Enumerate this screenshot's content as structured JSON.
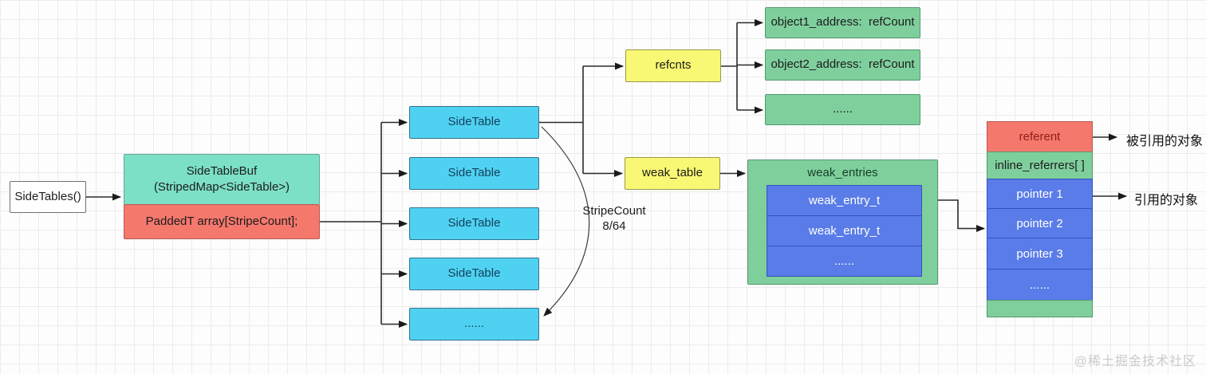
{
  "nodes": {
    "entry": "SideTables()",
    "buf": {
      "line1": "SideTableBuf",
      "line2": "(StripedMap<SideTable>)",
      "bottom": "PaddedT array[StripeCount];"
    },
    "side_tables": [
      "SideTable",
      "SideTable",
      "SideTable",
      "SideTable",
      "......"
    ],
    "stripe_note": {
      "line1": "StripeCount",
      "line2": "8/64"
    },
    "refcnts": "refcnts",
    "ref_rows": [
      "object1_address:  refCount",
      "object2_address:  refCount",
      "......"
    ],
    "weak_table": "weak_table",
    "weak_entries": {
      "title": "weak_entries",
      "rows": [
        "weak_entry_t",
        "weak_entry_t",
        "......"
      ]
    },
    "referent_stack": {
      "referent": "referent",
      "inline_referrers": "inline_referrers[ ]",
      "pointers": [
        "pointer 1",
        "pointer 2",
        "pointer 3",
        "......"
      ]
    },
    "annotations": {
      "referent_target": "被引用的对象",
      "pointer_target": "引用的对象"
    }
  },
  "watermark": "@稀土掘金技术社区",
  "colors": {
    "mint": "#7ce0c6",
    "salmon": "#f5786d",
    "cyan": "#4fd2f2",
    "yellow": "#f8f874",
    "green": "#7fcf9d",
    "blue": "#5a7ce8",
    "wire": "#2b2b2b"
  }
}
